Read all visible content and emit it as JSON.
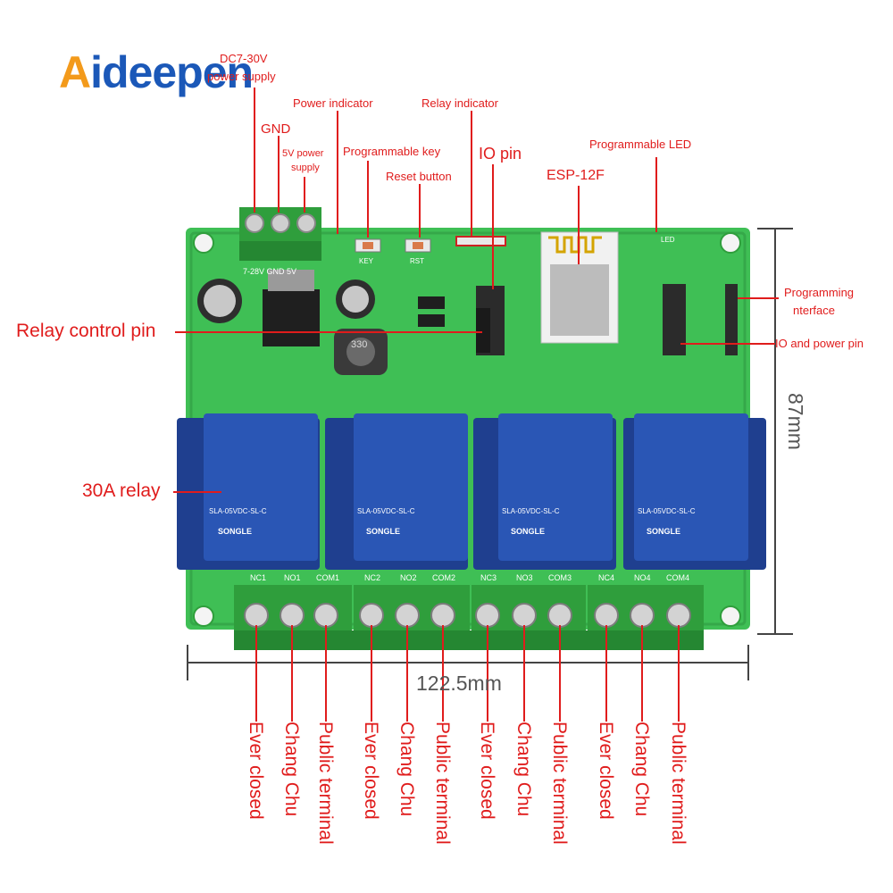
{
  "brand": {
    "logo_first": "A",
    "logo_rest": "ideepen"
  },
  "labels": {
    "dc_supply_1": "DC7-30V",
    "dc_supply_2": "power supply",
    "gnd": "GND",
    "five_v_1": "5V power",
    "five_v_2": "supply",
    "power_indicator": "Power indicator",
    "relay_indicator": "Relay indicator",
    "programmable_key": "Programmable key",
    "reset_button": "Reset button",
    "io_pin": "IO pin",
    "programmable_led": "Programmable LED",
    "esp": "ESP-12F",
    "relay_control_pin": "Relay control pin",
    "programming_interface_1": "Programming",
    "programming_interface_2": "nterface",
    "io_power_pin": "IO and power pin",
    "relay_30a": "30A relay"
  },
  "dimensions": {
    "width": "122.5mm",
    "height": "87mm"
  },
  "board_silk": {
    "input": "7-28V  GND  5V",
    "key": "KEY",
    "rst": "RST",
    "led": "LED",
    "inductor": "330",
    "relay_brand": "SONGLE",
    "relay_model": "SLA-05VDC-SL-C",
    "terminals": [
      "NC1",
      "NO1",
      "COM1",
      "NC2",
      "NO2",
      "COM2",
      "NC3",
      "NO3",
      "COM3",
      "NC4",
      "NO4",
      "COM4"
    ]
  },
  "terminal_labels": [
    "Ever closed",
    "Chang Chu",
    "Public terminal",
    "Ever closed",
    "Chang Chu",
    "Public terminal",
    "Ever closed",
    "Chang Chu",
    "Public terminal",
    "Ever closed",
    "Chang Chu",
    "Public terminal"
  ],
  "colors": {
    "board": "#3fbf55",
    "relay": "#2a56b5",
    "terminal_block": "#2f9e3c",
    "label": "#e01c1c"
  }
}
